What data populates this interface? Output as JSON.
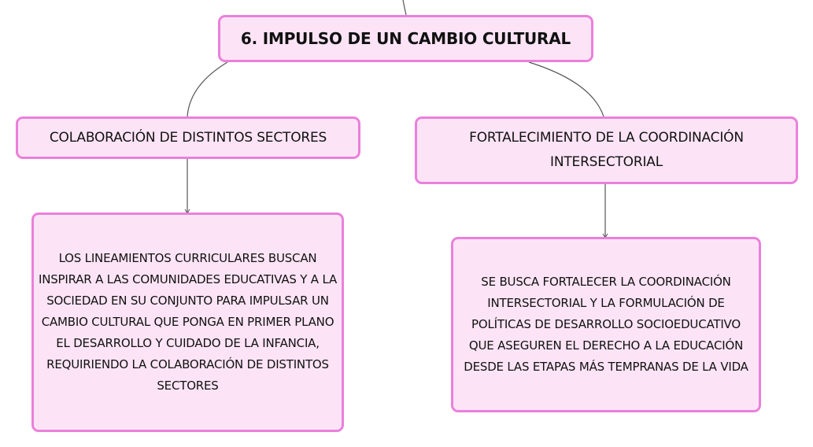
{
  "diagram": {
    "root": {
      "label": "6. IMPULSO DE UN CAMBIO CULTURAL"
    },
    "branches": [
      {
        "label": "COLABORACIÓN DE DISTINTOS SECTORES",
        "detail": "LOS LINEAMIENTOS CURRICULARES BUSCAN INSPIRAR A LAS COMUNIDADES EDUCATIVAS Y A LA SOCIEDAD EN SU CONJUNTO PARA IMPULSAR UN CAMBIO CULTURAL QUE PONGA EN PRIMER PLANO EL DESARROLLO Y CUIDADO DE LA INFANCIA, REQUIRIENDO LA COLABORACIÓN DE DISTINTOS SECTORES"
      },
      {
        "label": "FORTALECIMIENTO DE LA COORDINACIÓN INTERSECTORIAL",
        "detail": "SE BUSCA FORTALECER LA COORDINACIÓN INTERSECTORIAL Y LA FORMULACIÓN DE POLÍTICAS DE DESARROLLO SOCIOEDUCATIVO QUE ASEGUREN EL DERECHO A LA EDUCACIÓN DESDE LAS ETAPAS MÁS TEMPRANAS DE LA VIDA"
      }
    ],
    "colors": {
      "node_fill": "#fce4f6",
      "node_border": "#ea80db",
      "connector": "#555555"
    }
  }
}
